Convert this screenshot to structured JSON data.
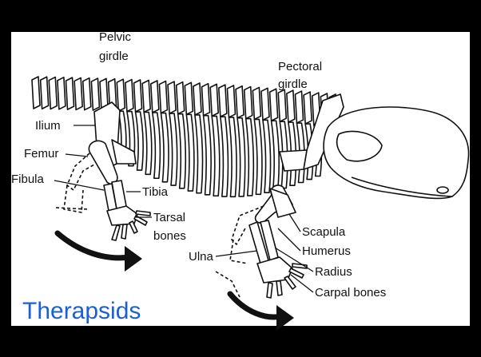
{
  "title": "Therapsids",
  "colors": {
    "background": "#000000",
    "panel": "#ffffff",
    "title": "#1a5fd6",
    "ink": "#111111"
  },
  "labels": {
    "pelvic_girdle": [
      "Pelvic",
      "girdle"
    ],
    "pectoral_girdle": [
      "Pectoral",
      "girdle"
    ],
    "ilium": "Ilium",
    "femur": "Femur",
    "fibula": "Fibula",
    "tibia": "Tibia",
    "tarsal_bones": [
      "Tarsal",
      "bones"
    ],
    "scapula": "Scapula",
    "humerus": "Humerus",
    "ulna": "Ulna",
    "radius": "Radius",
    "carpal_bones": "Carpal bones"
  },
  "icons": [
    "motion-arrow-icon"
  ]
}
